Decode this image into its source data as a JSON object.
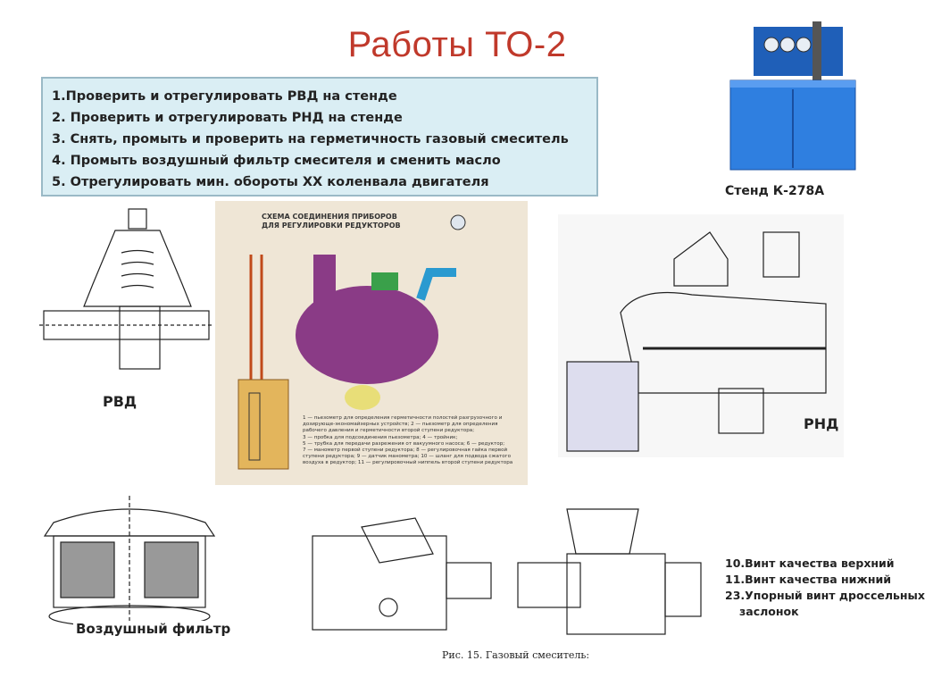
{
  "title": "Работы ТО-2",
  "tasks": [
    "1.Проверить и отрегулировать РВД на стенде",
    "2. Проверить и отрегулировать РНД на стенде",
    "3. Снять, промыть и проверить на герметичность газовый смеситель",
    "4. Промыть воздушный фильтр смесителя и сменить масло",
    "5. Отрегулировать мин. обороты ХХ коленвала двигателя"
  ],
  "labels": {
    "stand": "Стенд К-278А",
    "rvd": "РВД",
    "rnd": "РНД",
    "air_filter": "Воздушный фильтр"
  },
  "scheme": {
    "heading": [
      "СХЕМА СОЕДИНЕНИЯ ПРИБОРОВ",
      "ДЛЯ РЕГУЛИРОВКИ РЕДУКТОРОВ"
    ],
    "legend": [
      "1 — пьезометр для определения герметичности полостей разгрузочного и",
      "дозирующе-экономайзерных устройств; 2 — пьезометр для определения",
      "рабочего давления и герметичности второй ступени редуктора;",
      "3 — пробка для подсоединения пьезометра; 4 — тройник;",
      "5 — трубка для передачи разрежения от вакуумного насоса; 6 — редуктор;",
      "7 — манометр первой ступени редуктора; 8 — регулировочная гайка первой",
      "ступени редуктора; 9 — датчик манометра; 10 — шланг для подвода сжатого",
      "воздуха в редуктор; 11 — регулировочный ниппель второй ступени редуктора"
    ]
  },
  "figure_caption": "Рис. 15. Газовый смеситель:",
  "mixer_notes": [
    "10.Винт качества верхний",
    "11.Винт качества нижний",
    "23.Упорный винт дроссельных",
    "заслонок"
  ],
  "colors": {
    "title": "#c0392b",
    "task_box_bg": "#daeef4",
    "stand_blue": "#2f7fe0",
    "reducer_purple": "#8a3b86",
    "scheme_bg": "#efe6d6"
  }
}
